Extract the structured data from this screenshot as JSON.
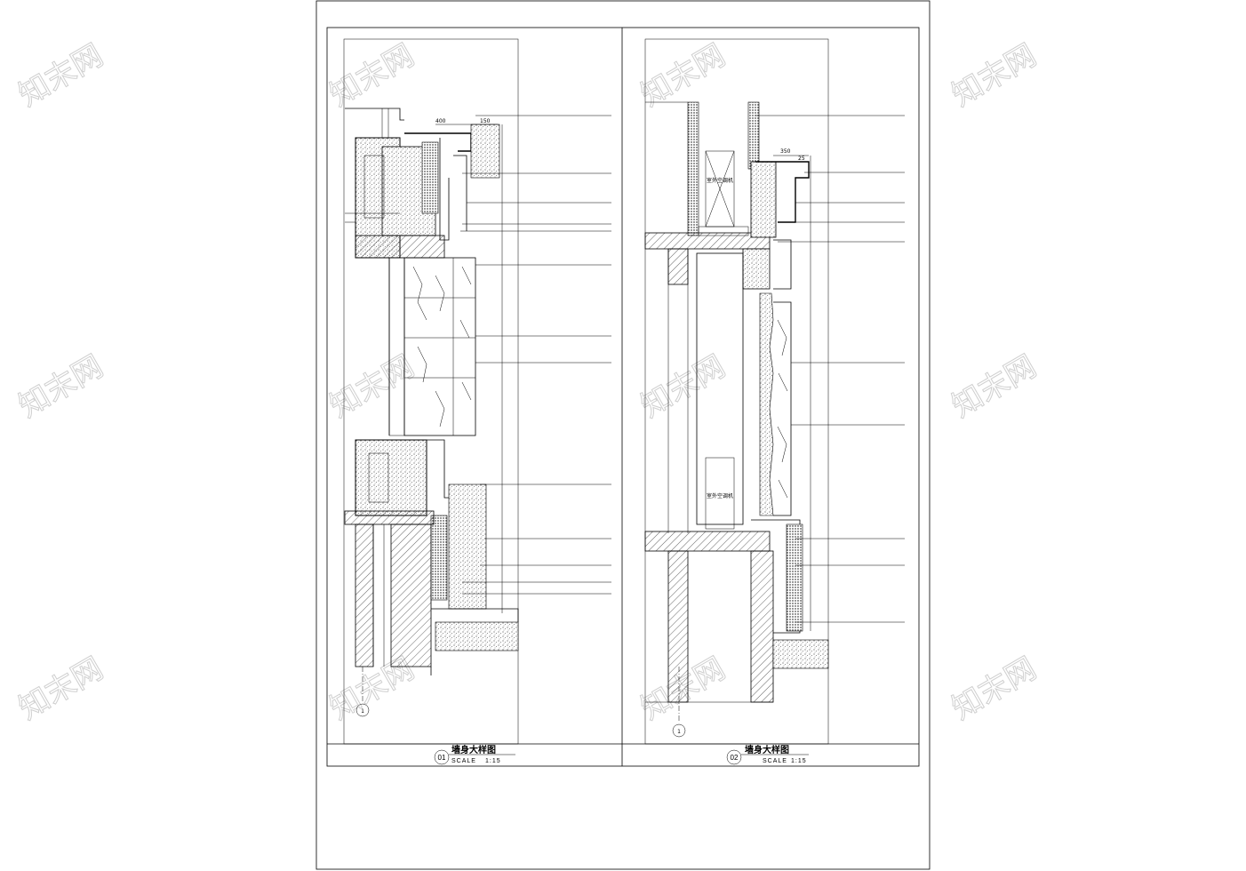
{
  "sheet": {
    "watermark_text": "知末网",
    "detail_1": {
      "number": "01",
      "title": "墙身大样图",
      "scale_label": "SCALE",
      "scale_value": "1:15",
      "axis_bubble": "1"
    },
    "detail_2": {
      "number": "02",
      "title": "墙身大样图",
      "scale_label": "SCALE",
      "scale_value": "1:15",
      "axis_bubble": "1",
      "box_labels": [
        "室外空调机",
        "室外空调机"
      ]
    },
    "dimension_tops": [
      "400",
      "150"
    ],
    "dimension_tops_2": [
      "350",
      "25"
    ]
  }
}
